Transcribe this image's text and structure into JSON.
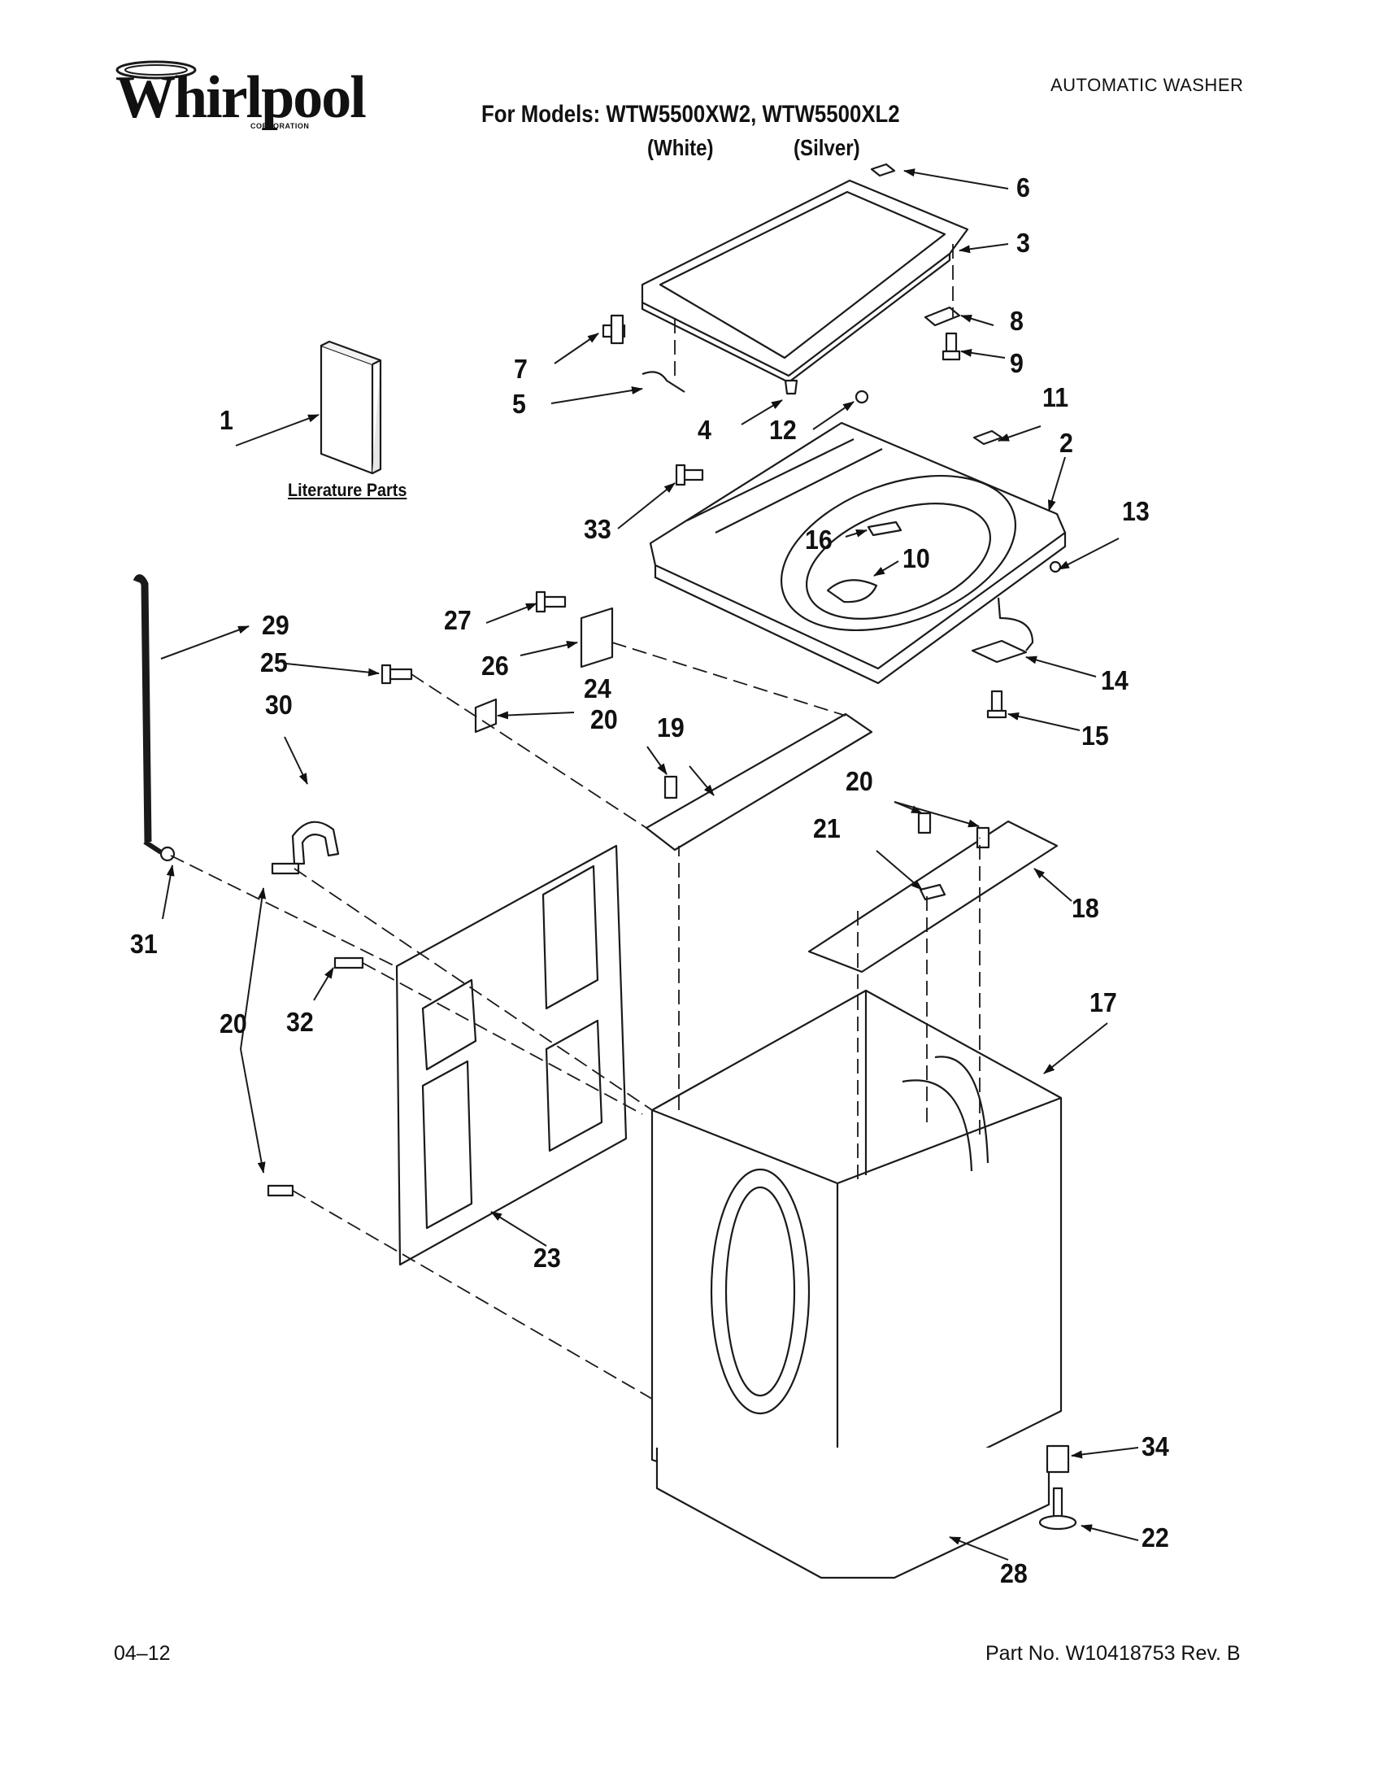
{
  "header": {
    "brand": "Whirlpool",
    "brand_sub": "CORPORATION",
    "doc_type": "AUTOMATIC WASHER",
    "models_line": "For Models: WTW5500XW2, WTW5500XL2",
    "variant_white": "(White)",
    "variant_silver": "(Silver)"
  },
  "literature_label": "Literature Parts",
  "callouts": {
    "c1": "1",
    "c2": "2",
    "c3": "3",
    "c4": "4",
    "c5": "5",
    "c6": "6",
    "c7": "7",
    "c8": "8",
    "c9": "9",
    "c10": "10",
    "c11": "11",
    "c12": "12",
    "c13": "13",
    "c14": "14",
    "c15": "15",
    "c16": "16",
    "c17": "17",
    "c18": "18",
    "c19": "19",
    "c20": "20",
    "c21": "21",
    "c22": "22",
    "c23": "23",
    "c24": "24",
    "c25": "25",
    "c26": "26",
    "c27": "27",
    "c28": "28",
    "c29": "29",
    "c30": "30",
    "c31": "31",
    "c32": "32",
    "c33": "33",
    "c34": "34"
  },
  "footer": {
    "date": "04–12",
    "part_no": "Part No. W10418753 Rev. B"
  }
}
